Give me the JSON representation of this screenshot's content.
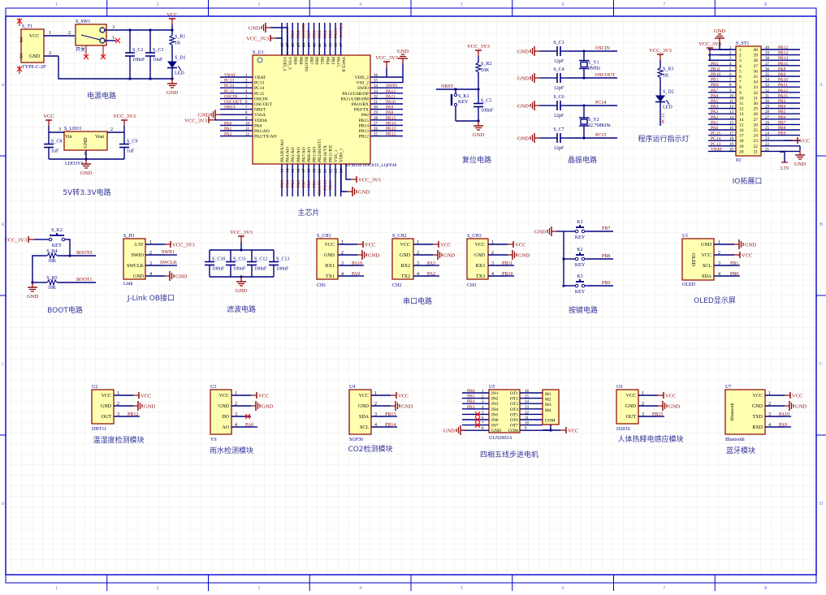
{
  "colors": {
    "border": "#0000cc",
    "wire": "#000080",
    "power": "#8b0000",
    "netlabel": "#8b0000",
    "body_fill": "#ffffb0",
    "body_stroke": "#8b0000",
    "designator": "#000080",
    "title": "#333399",
    "grid": "#ebebe6",
    "zone_text": "#6666cc",
    "junction": "#000080",
    "noconnect": "#ff0000"
  },
  "zones": {
    "columns": [
      "1",
      "2",
      "3",
      "4",
      "5",
      "6",
      "7",
      "8"
    ],
    "rows": [
      "A",
      "B",
      "C",
      "D"
    ]
  },
  "sections": [
    {
      "id": "power",
      "title": "电源电路"
    },
    {
      "id": "ldo",
      "title": "5V转3.3V电路"
    },
    {
      "id": "mcu",
      "title": "主芯片"
    },
    {
      "id": "reset",
      "title": "复位电路"
    },
    {
      "id": "crystal",
      "title": "晶振电路"
    },
    {
      "id": "led",
      "title": "程序运行指示灯"
    },
    {
      "id": "io",
      "title": "IO拓展口"
    },
    {
      "id": "boot",
      "title": "BOOT电路"
    },
    {
      "id": "jlink",
      "title": "J-Link OB接口"
    },
    {
      "id": "filter",
      "title": "滤波电路"
    },
    {
      "id": "uart",
      "title": "串口电路"
    },
    {
      "id": "keys",
      "title": "按键电路"
    },
    {
      "id": "oled",
      "title": "OLED显示屏"
    },
    {
      "id": "dht",
      "title": "温湿度检测模块"
    },
    {
      "id": "rain",
      "title": "雨水检测模块"
    },
    {
      "id": "co2",
      "title": "CO2检测模块"
    },
    {
      "id": "stepper",
      "title": "四相五线步进电机"
    },
    {
      "id": "pir",
      "title": "人体热释电感应模块"
    },
    {
      "id": "bt",
      "title": "蓝牙模块"
    }
  ],
  "power": {
    "connector": {
      "ref": "S_T1",
      "value": "TYPE-C-2P",
      "pins": [
        {
          "num": "1",
          "name": "VCC"
        },
        {
          "num": "2",
          "name": "GND"
        }
      ]
    },
    "switch": {
      "ref": "S_SW1",
      "value": "开关",
      "pins": [
        "2",
        "3",
        "1"
      ]
    },
    "c2": {
      "ref": "S_C2",
      "value": "100nF"
    },
    "c3": {
      "ref": "S_C3",
      "value": "10uF"
    },
    "r1": {
      "ref": "S_R1",
      "value": "1K"
    },
    "d1": {
      "ref": "S_D1",
      "value": "LED"
    },
    "vcc": "VCC",
    "gnd": "GND"
  },
  "ldo": {
    "ref": "S_LDO1",
    "value": "LDO3V3",
    "pins": [
      {
        "num": "3",
        "name": "Vin"
      },
      {
        "num": "2",
        "name": "Vout"
      },
      {
        "num": "1",
        "name": "GND"
      }
    ],
    "c8": {
      "ref": "S_C8",
      "value": "1uF"
    },
    "c9": {
      "ref": "S_C9",
      "value": "1uF"
    },
    "vin_net": "VCC",
    "vout_net": "VCC_3V3",
    "gnd": "GND"
  },
  "mcu": {
    "ref": "S_U1",
    "value": "STM32F103C8T6_LQFP48",
    "left_pins": [
      {
        "num": "1",
        "name": "VBAT",
        "net": "VBAT"
      },
      {
        "num": "2",
        "name": "PC13",
        "net": "PC13"
      },
      {
        "num": "3",
        "name": "PC14",
        "net": "PC14"
      },
      {
        "num": "4",
        "name": "PC15",
        "net": "PC15"
      },
      {
        "num": "5",
        "name": "OSCIN",
        "net": "OSCIN"
      },
      {
        "num": "6",
        "name": "OSCOUT",
        "net": "OSCOUT"
      },
      {
        "num": "7",
        "name": "NRST",
        "net": "NRST"
      },
      {
        "num": "8",
        "name": "VSSA",
        "net": "GND"
      },
      {
        "num": "9",
        "name": "VDDA",
        "net": "VCC_3V3"
      },
      {
        "num": "10",
        "name": "PA0",
        "net": "PA0"
      },
      {
        "num": "11",
        "name": "PA1/AO",
        "net": "PA1"
      },
      {
        "num": "12",
        "name": "PA2/TX/AO",
        "net": "PA2"
      }
    ],
    "right_pins": [
      {
        "num": "36",
        "name": "VDD_2",
        "net": "VCC_3V3"
      },
      {
        "num": "35",
        "name": "VSS_2",
        "net": "GND"
      },
      {
        "num": "34",
        "name": "SWIO",
        "net": "SWIO"
      },
      {
        "num": "33",
        "name": "PA12/USB/DP",
        "net": "PA12"
      },
      {
        "num": "32",
        "name": "PA11/USB/DM",
        "net": "PA11"
      },
      {
        "num": "31",
        "name": "PA10/RX",
        "net": "PA10"
      },
      {
        "num": "30",
        "name": "PA9/TX",
        "net": "PA9"
      },
      {
        "num": "29",
        "name": "PA8",
        "net": "PA8"
      },
      {
        "num": "28",
        "name": "PB15",
        "net": "PB15"
      },
      {
        "num": "27",
        "name": "PB14",
        "net": "PB14"
      },
      {
        "num": "26",
        "name": "PB13",
        "net": "PB13"
      },
      {
        "num": "25",
        "name": "PB12",
        "net": "PB12"
      }
    ],
    "top_pins": [
      {
        "num": "48",
        "name": "VDD_3",
        "net": "VCC_3V3"
      },
      {
        "num": "47",
        "name": "VSS_3",
        "net": "GND"
      },
      {
        "num": "46",
        "name": "PB9",
        "net": "PB9"
      },
      {
        "num": "45",
        "name": "PB8",
        "net": "PB8"
      },
      {
        "num": "44",
        "name": "BOOT0",
        "net": "BOOT0"
      },
      {
        "num": "43",
        "name": "PB7",
        "net": "PB7"
      },
      {
        "num": "42",
        "name": "PB6",
        "net": "PB6"
      },
      {
        "num": "41",
        "name": "PB5",
        "net": "PB5"
      },
      {
        "num": "40",
        "name": "PB4",
        "net": "PB4"
      },
      {
        "num": "39",
        "name": "PB3",
        "net": "PB3"
      },
      {
        "num": "38",
        "name": "PA15",
        "net": "PA15"
      },
      {
        "num": "37",
        "name": "SWCLK",
        "net": "SWCLK"
      }
    ],
    "bottom_pins": [
      {
        "num": "13",
        "name": "PA3/RX/AO",
        "net": "PA3"
      },
      {
        "num": "14",
        "name": "PA4/AO",
        "net": "PA4"
      },
      {
        "num": "15",
        "name": "PA5/AO",
        "net": "PA5"
      },
      {
        "num": "16",
        "name": "PA6/AO",
        "net": "PA6"
      },
      {
        "num": "17",
        "name": "PA7/AO",
        "net": "PA7"
      },
      {
        "num": "18",
        "name": "PB0/AO",
        "net": "PB0"
      },
      {
        "num": "19",
        "name": "PB1/AO",
        "net": "PB1"
      },
      {
        "num": "20",
        "name": "PB2/BOOT1",
        "net": "BOOT1"
      },
      {
        "num": "21",
        "name": "PB10/TX",
        "net": "PB10"
      },
      {
        "num": "22",
        "name": "PB11/RX",
        "net": "PB11"
      },
      {
        "num": "23",
        "name": "VSS_1",
        "net": "GND"
      },
      {
        "num": "24",
        "name": "VDD_1",
        "net": "VCC_3V3"
      }
    ]
  },
  "reset": {
    "r2": {
      "ref": "S_R2",
      "value": "10K"
    },
    "k1": {
      "ref": "S_K1",
      "value": "KEY"
    },
    "c5": {
      "ref": "S_C5",
      "value": "100nF"
    },
    "net": "NRST",
    "vcc": "VCC_3V3",
    "gnd": "GND"
  },
  "crystal": {
    "c1": {
      "ref": "S_C1",
      "value": "12pF"
    },
    "c4": {
      "ref": "S_C4",
      "value": "12pF"
    },
    "c6": {
      "ref": "S_C6",
      "value": "12pF"
    },
    "c7": {
      "ref": "S_C7",
      "value": "12pF"
    },
    "y1": {
      "ref": "S_Y1",
      "value": "8MHz"
    },
    "y2": {
      "ref": "S_Y2",
      "value": "32.768KHz"
    },
    "nets": [
      "OSCIN",
      "OSCOUT",
      "PC14",
      "PC15"
    ],
    "gnd": "GND"
  },
  "led": {
    "r3": {
      "ref": "S_R3",
      "value": "1K"
    },
    "d2": {
      "ref": "S_D2",
      "value": "LED"
    },
    "vcc": "VCC_3V3",
    "net": "PC13"
  },
  "io": {
    "ref": "S_ST1",
    "value": "IO",
    "left": [
      {
        "num": "1",
        "net": "GND"
      },
      {
        "num": "2",
        "net": "GND"
      },
      {
        "num": "3",
        "net": "VCC_3V3"
      },
      {
        "num": "4",
        "net": "PB5"
      },
      {
        "num": "5",
        "net": "PB11"
      },
      {
        "num": "6",
        "net": "PB10"
      },
      {
        "num": "7",
        "net": "PB1"
      },
      {
        "num": "8",
        "net": "PB0"
      },
      {
        "num": "9",
        "net": "PA7"
      },
      {
        "num": "10",
        "net": "PA6"
      },
      {
        "num": "11",
        "net": "PA5"
      },
      {
        "num": "12",
        "net": "PA4"
      },
      {
        "num": "13",
        "net": "PA3"
      },
      {
        "num": "14",
        "net": "PA2"
      },
      {
        "num": "15",
        "net": "PA1"
      },
      {
        "num": "16",
        "net": "PA0"
      },
      {
        "num": "17",
        "net": "PC15"
      },
      {
        "num": "18",
        "net": "PC14"
      },
      {
        "num": "19",
        "net": "PC13"
      },
      {
        "num": "20",
        "net": "VBAT"
      }
    ],
    "right": [
      {
        "num": "40",
        "net": "PB12"
      },
      {
        "num": "39",
        "net": "PB13"
      },
      {
        "num": "38",
        "net": "PB14"
      },
      {
        "num": "37",
        "net": "PB15"
      },
      {
        "num": "36",
        "net": "PA8"
      },
      {
        "num": "35",
        "net": "PA9"
      },
      {
        "num": "34",
        "net": "PA10"
      },
      {
        "num": "33",
        "net": "PA11"
      },
      {
        "num": "32",
        "net": "PA12"
      },
      {
        "num": "31",
        "net": "PA15"
      },
      {
        "num": "30",
        "net": "PB3"
      },
      {
        "num": "29",
        "net": "PB4"
      },
      {
        "num": "28",
        "net": "PB5"
      },
      {
        "num": "27",
        "net": "PB6"
      },
      {
        "num": "26",
        "net": "PB7"
      },
      {
        "num": "25",
        "net": "PB8"
      },
      {
        "num": "24",
        "net": "PB9"
      },
      {
        "num": "23",
        "net": "VCC"
      },
      {
        "num": "22",
        "net": "GND"
      },
      {
        "num": "21",
        "net": "3.3V"
      }
    ],
    "gnd": "GND",
    "vcc_in": "VCC_3V3",
    "vcc": "VCC",
    "v33": "3.3V"
  },
  "boot": {
    "k2": {
      "ref": "S_K2",
      "value": "KEY"
    },
    "r4": {
      "ref": "S_R4",
      "value": "10K"
    },
    "r5": {
      "ref": "S_R5",
      "value": "10K"
    },
    "nets": [
      "BOOT0",
      "BOOT1"
    ],
    "vcc": "VCC_3V3",
    "gnd": "GND"
  },
  "jlink": {
    "ref": "S_H1",
    "value": "Link",
    "pins": [
      {
        "num": "1",
        "name": "3.3V",
        "net": "VCC_3V3"
      },
      {
        "num": "2",
        "name": "SWIO",
        "net": "SWIO"
      },
      {
        "num": "3",
        "name": "SWCLK",
        "net": "SWCLK"
      },
      {
        "num": "4",
        "name": "GND",
        "net": "GND"
      }
    ]
  },
  "filter": {
    "caps": [
      {
        "ref": "S_C10",
        "value": "100nF"
      },
      {
        "ref": "S_C11",
        "value": "100nF"
      },
      {
        "ref": "S_C12",
        "value": "100nF"
      },
      {
        "ref": "S_C13",
        "value": "100nF"
      }
    ],
    "vcc": "VCC_3V3",
    "gnd": "GND"
  },
  "uart": [
    {
      "ref": "S_CH1",
      "value": "CH1",
      "pins": [
        {
          "num": "1",
          "name": "VCC",
          "net": "VCC"
        },
        {
          "num": "2",
          "name": "GND",
          "net": "GND"
        },
        {
          "num": "3",
          "name": "RX1",
          "net": "PA10"
        },
        {
          "num": "4",
          "name": "TX1",
          "net": "PA9"
        }
      ]
    },
    {
      "ref": "S_CH2",
      "value": "CH2",
      "pins": [
        {
          "num": "1",
          "name": "VCC",
          "net": "VCC"
        },
        {
          "num": "2",
          "name": "GND",
          "net": "GND"
        },
        {
          "num": "3",
          "name": "RX2",
          "net": "PA3"
        },
        {
          "num": "4",
          "name": "TX2",
          "net": "PA2"
        }
      ]
    },
    {
      "ref": "S_CH3",
      "value": "CH3",
      "pins": [
        {
          "num": "1",
          "name": "VCC",
          "net": "VCC"
        },
        {
          "num": "2",
          "name": "GND",
          "net": "GND"
        },
        {
          "num": "3",
          "name": "RX3",
          "net": "PB11"
        },
        {
          "num": "4",
          "name": "TX3",
          "net": "PB10"
        }
      ]
    }
  ],
  "keys": {
    "items": [
      {
        "ref": "K1",
        "value": "KEY",
        "net": "PB7"
      },
      {
        "ref": "K2",
        "value": "KEY",
        "net": "PB8"
      },
      {
        "ref": "K3",
        "value": "KEY",
        "net": "PB9"
      }
    ],
    "gnd": "GND"
  },
  "oled": {
    "ref": "U1",
    "value": "OLED",
    "body_label": "OLED",
    "pins": [
      {
        "num": "1",
        "name": "GND",
        "net": "GND"
      },
      {
        "num": "2",
        "name": "VCC",
        "net": "VCC"
      },
      {
        "num": "3",
        "name": "SCL",
        "net": "PB1"
      },
      {
        "num": "4",
        "name": "SDA",
        "net": "PB0"
      }
    ]
  },
  "modules": [
    {
      "id": "dht",
      "ref": "U2",
      "value": "DHT11",
      "pins": [
        {
          "num": "1",
          "name": "VCC",
          "net": "VCC"
        },
        {
          "num": "2",
          "name": "GND",
          "net": "GND"
        },
        {
          "num": "3",
          "name": "OUT",
          "net": "PB12"
        }
      ]
    },
    {
      "id": "rain",
      "ref": "U3",
      "value": "YS",
      "pins": [
        {
          "num": "1",
          "name": "VCC",
          "net": "VCC"
        },
        {
          "num": "2",
          "name": "GND",
          "net": "GND"
        },
        {
          "num": "3",
          "name": "DO",
          "net": ""
        },
        {
          "num": "4",
          "name": "AO",
          "net": "PA0"
        }
      ]
    },
    {
      "id": "co2",
      "ref": "U4",
      "value": "SGP30",
      "pins": [
        {
          "num": "1",
          "name": "VCC",
          "net": "VCC"
        },
        {
          "num": "2",
          "name": "GND",
          "net": "GND"
        },
        {
          "num": "3",
          "name": "SDA",
          "net": "PB13"
        },
        {
          "num": "4",
          "name": "SCL",
          "net": "PB14"
        }
      ]
    },
    {
      "id": "pir",
      "ref": "U6",
      "value": "D203S",
      "pins": [
        {
          "num": "1",
          "name": "VCC",
          "net": "VCC"
        },
        {
          "num": "2",
          "name": "GND",
          "net": "GND"
        },
        {
          "num": "3",
          "name": "OUT",
          "net": "PB15"
        }
      ]
    },
    {
      "id": "bt",
      "ref": "U7",
      "value": "Bluetooth",
      "body_label": "Bluetooth",
      "pins": [
        {
          "num": "1",
          "name": "VCC",
          "net": "VCC"
        },
        {
          "num": "2",
          "name": "GND",
          "net": "GND"
        },
        {
          "num": "3",
          "name": "TXD",
          "net": "PA10"
        },
        {
          "num": "4",
          "name": "RXD",
          "net": "PA9"
        }
      ]
    }
  ],
  "stepper": {
    "ref": "U5",
    "value": "ULN2003A",
    "left": [
      {
        "num": "1",
        "name": "IN1",
        "net": "PB6"
      },
      {
        "num": "2",
        "name": "IN2",
        "net": "PB5"
      },
      {
        "num": "3",
        "name": "IN3",
        "net": "PB4"
      },
      {
        "num": "4",
        "name": "IN4",
        "net": "PB3"
      },
      {
        "num": "5",
        "name": "IN5",
        "net": ""
      },
      {
        "num": "6",
        "name": "IN6",
        "net": ""
      },
      {
        "num": "7",
        "name": "IN7",
        "net": ""
      },
      {
        "num": "8",
        "name": "GND",
        "net": "GND"
      }
    ],
    "right": [
      {
        "num": "16",
        "name": "OT1"
      },
      {
        "num": "15",
        "name": "OT2"
      },
      {
        "num": "14",
        "name": "OT3"
      },
      {
        "num": "13",
        "name": "OT4"
      },
      {
        "num": "12",
        "name": "OT5"
      },
      {
        "num": "11",
        "name": "OT6"
      },
      {
        "num": "10",
        "name": "OT7"
      },
      {
        "num": "9",
        "name": "COM"
      }
    ],
    "motor": {
      "pins": [
        "M1",
        "M2",
        "M3",
        "M4",
        "COM"
      ]
    },
    "vcc": "VCC"
  }
}
